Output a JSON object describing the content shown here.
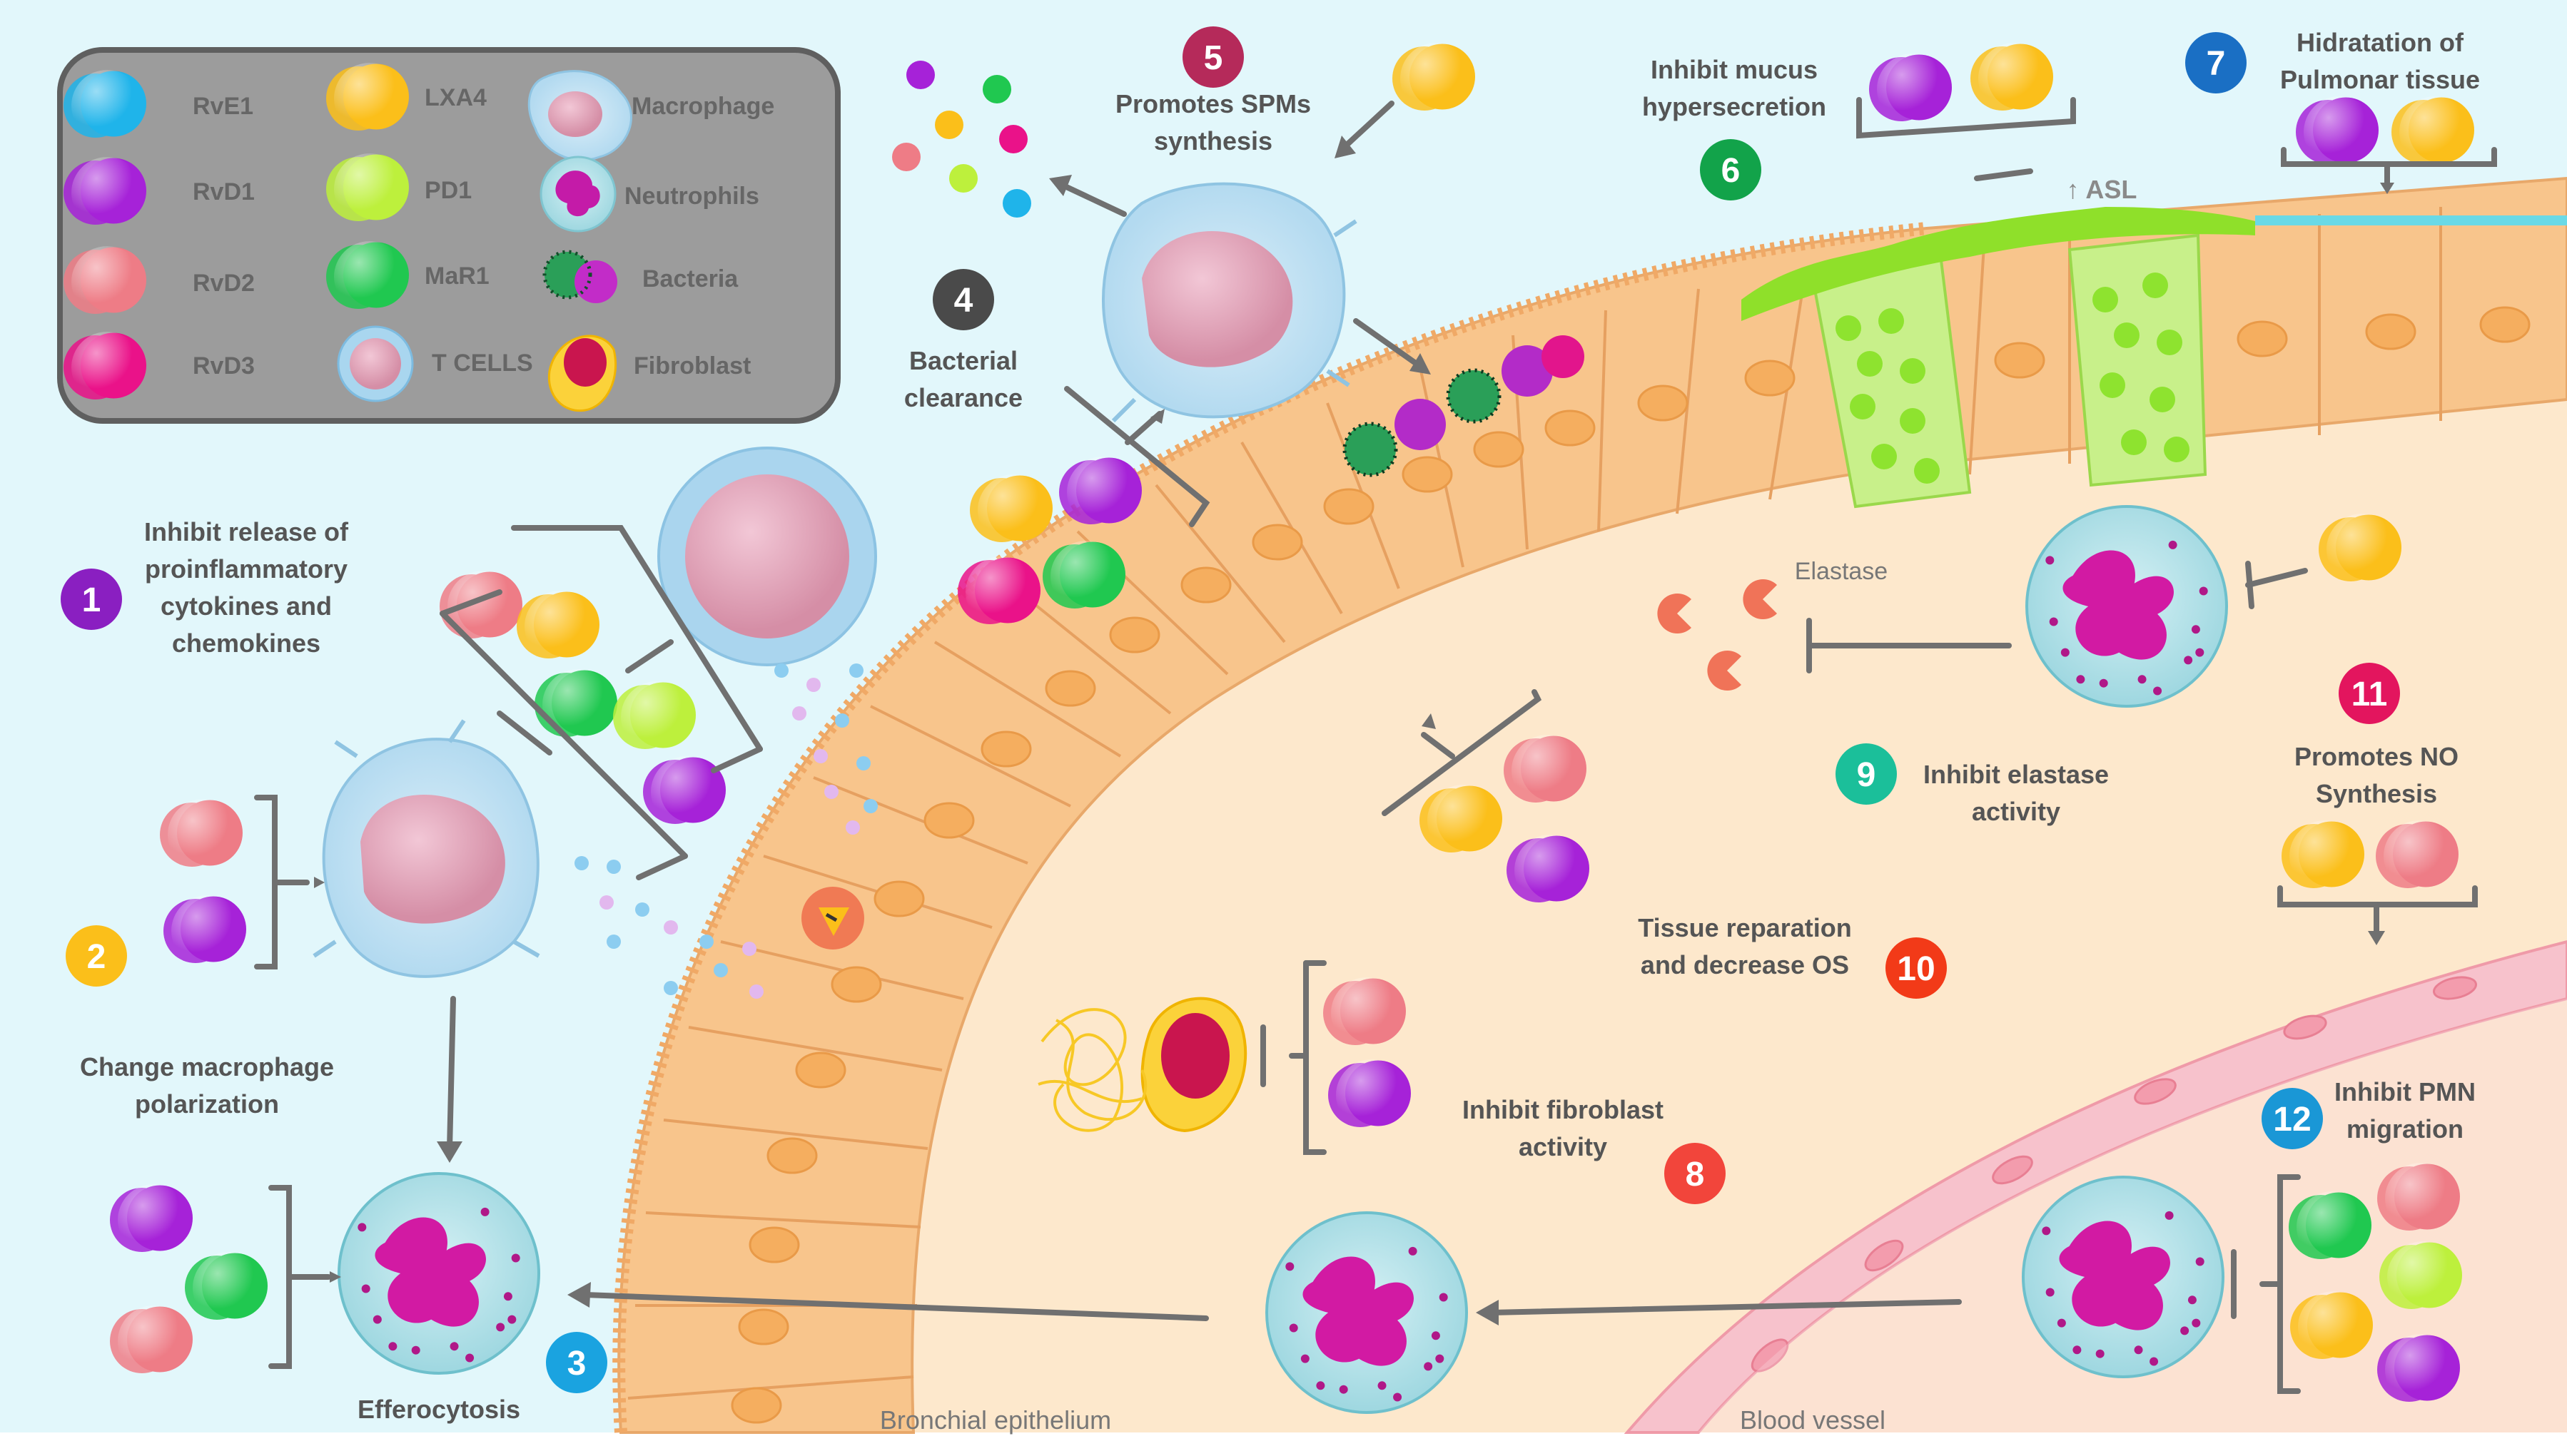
{
  "legend": {
    "items": [
      {
        "label": "RvE1",
        "color": "#1fb4ea",
        "kind": "mediator"
      },
      {
        "label": "RvD1",
        "color": "#a622d8",
        "kind": "mediator"
      },
      {
        "label": "RvD2",
        "color": "#ee7c86",
        "kind": "mediator"
      },
      {
        "label": "RvD3",
        "color": "#ea1289",
        "kind": "mediator"
      },
      {
        "label": "LXA4",
        "color": "#fbbf1a",
        "kind": "mediator"
      },
      {
        "label": "PD1",
        "color": "#bdf03c",
        "kind": "mediator"
      },
      {
        "label": "MaR1",
        "color": "#20c850",
        "kind": "mediator"
      },
      {
        "label": "T CELLS",
        "kind": "cell"
      },
      {
        "label": "Macrophage",
        "kind": "cell"
      },
      {
        "label": "Neutrophils",
        "kind": "cell"
      },
      {
        "label": "Bacteria",
        "kind": "cell"
      },
      {
        "label": "Fibroblast",
        "kind": "cell"
      }
    ]
  },
  "steps": [
    {
      "number": "1",
      "text": "Inhibit release of\nproinflammatory\ncytokines and\nchemokines",
      "color": "#8a1fc1"
    },
    {
      "number": "2",
      "text": "Change macrophage\npolarization",
      "color": "#fbbf1a"
    },
    {
      "number": "3",
      "text": "Efferocytosis",
      "color": "#1aa3e0"
    },
    {
      "number": "4",
      "text": "Bacterial\nclearance",
      "color": "#4a4a4a"
    },
    {
      "number": "5",
      "text": "Promotes SPMs\nsynthesis",
      "color": "#b52a5a"
    },
    {
      "number": "6",
      "text": "Inhibit mucus\nhypersecretion",
      "color": "#12a34a"
    },
    {
      "number": "7",
      "text": "Hidratation of\nPulmonar tissue",
      "color": "#1a6fc4"
    },
    {
      "number": "8",
      "text": "Inhibit fibroblast\nactivity",
      "color": "#f2453b"
    },
    {
      "number": "9",
      "text": "Inhibit elastase\nactivity",
      "color": "#1bbf9a"
    },
    {
      "number": "10",
      "text": "Tissue reparation\nand decrease OS",
      "color": "#f23a18"
    },
    {
      "number": "11",
      "text": "Promotes NO\nSynthesis",
      "color": "#e3155e"
    },
    {
      "number": "12",
      "text": "Inhibit PMN\nmigration",
      "color": "#1a97d6"
    }
  ],
  "labels": {
    "asl": "↑ ASL",
    "elastase": "Elastase",
    "bronchial": "Bronchial epithelium",
    "vessel": "Blood vessel"
  },
  "colors": {
    "airway": "#e2f7fb",
    "tissue": "#fde8cc",
    "epithelium": "#f8c58c",
    "mucus": "#8fe02a",
    "vessel": "#f7c2cc"
  }
}
